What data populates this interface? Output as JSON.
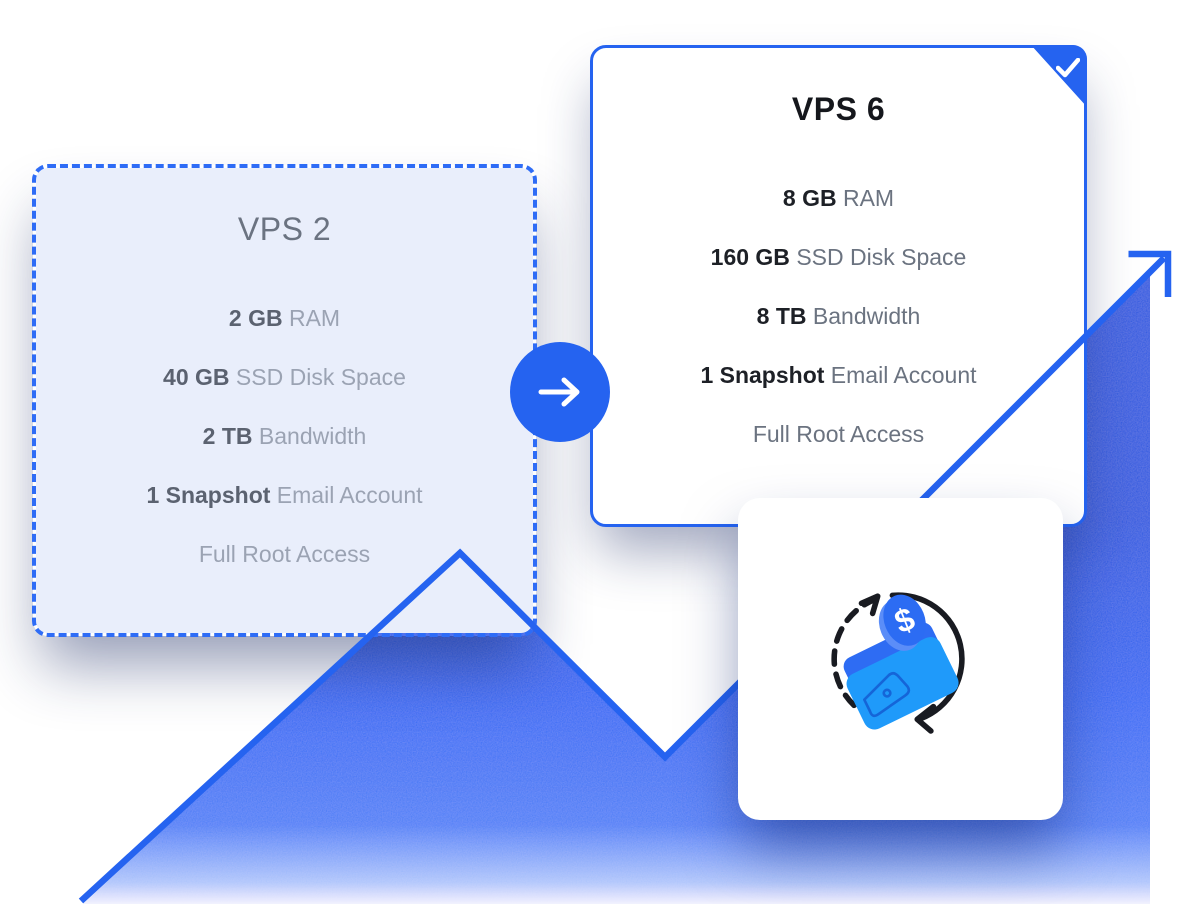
{
  "plan_comparison": {
    "current_plan": {
      "title": "VPS 2",
      "specs": [
        {
          "value": "2 GB",
          "label": "RAM"
        },
        {
          "value": "40 GB",
          "label": "SSD Disk Space"
        },
        {
          "value": "2 TB",
          "label": "Bandwidth"
        },
        {
          "value": "1 Snapshot",
          "label": "Email Account"
        },
        {
          "value": "",
          "label": "Full Root Access"
        }
      ]
    },
    "upgraded_plan": {
      "title": "VPS 6",
      "badge_icon": "checkmark-icon",
      "specs": [
        {
          "value": "8 GB",
          "label": "RAM"
        },
        {
          "value": "160 GB",
          "label": "SSD Disk Space"
        },
        {
          "value": "8 TB",
          "label": "Bandwidth"
        },
        {
          "value": "1 Snapshot",
          "label": "Email Account"
        },
        {
          "value": "",
          "label": "Full Root Access"
        }
      ]
    },
    "upgrade_button_icon": "arrow-right-icon",
    "money_back_icon": "wallet-money-cycle-icon",
    "background_graphic": "mountains-with-growth-arrow"
  },
  "colors": {
    "accent_blue": "#2563f0",
    "dashed_border_blue": "#2e6cf6",
    "mountain_blue": "#2e66f4",
    "wallet_azure": "#1f9afa",
    "coin_royal": "#2c6cf3",
    "current_card_bg": "#e9eefb",
    "dark_text": "#1d2026",
    "gray_label_text": "#6b7380",
    "muted_value_text": "#5b6270",
    "muted_label_text": "#9ba3b3",
    "muted_title_text": "#6b7381"
  }
}
